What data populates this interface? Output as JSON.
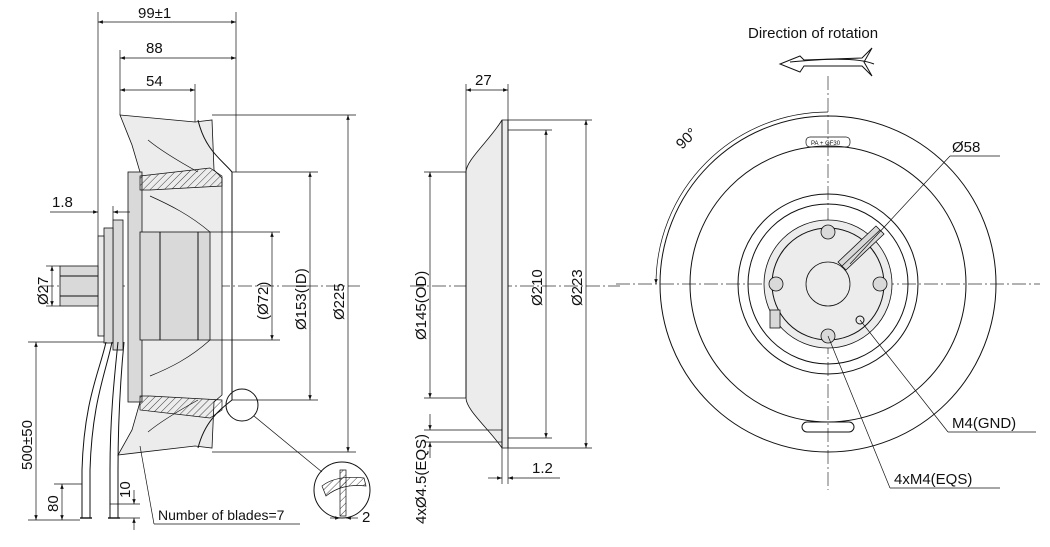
{
  "side_view": {
    "dim_overall_length": "99±1",
    "dim_impeller_length": "88",
    "dim_motor_length": "54",
    "dim_flange_thickness": "1.8",
    "dim_shaft_diameter": "Ø27",
    "dim_hub_diameter": "(Ø72)",
    "dim_inlet_id": "Ø153(ID)",
    "dim_outer_diameter": "Ø225",
    "dim_cable_length": "500±50",
    "dim_strip_length": "80",
    "dim_wire_strip": "10",
    "dim_detail_gap": "2",
    "blades_note": "Number of blades=7"
  },
  "ring_view": {
    "dim_ring_depth": "27",
    "dim_ring_od": "Ø145(OD)",
    "dim_bolt_circle": "Ø210",
    "dim_ring_outer": "Ø223",
    "dim_holes": "4xØ4.5(EQS)",
    "dim_ring_thickness": "1.2"
  },
  "front_view": {
    "rotation_label": "Direction of rotation",
    "angle_label": "90°",
    "hub_diameter": "Ø58",
    "ground_thread": "M4(GND)",
    "mount_threads": "4xM4(EQS)",
    "material_mark": "PA + GF30"
  }
}
